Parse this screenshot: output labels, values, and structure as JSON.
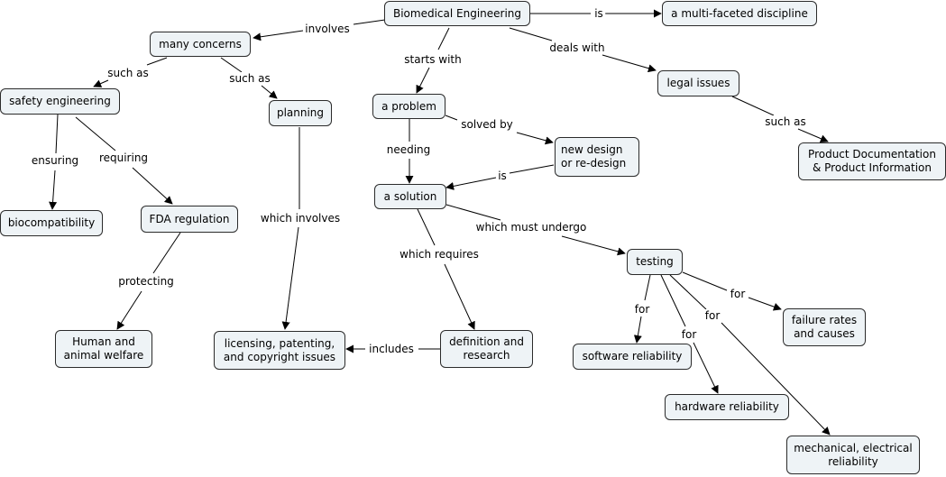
{
  "diagram": {
    "type": "concept-map",
    "colors": {
      "node_fill": "#eef3f6",
      "node_border": "#2b2b2b",
      "line": "#000000",
      "background": "#ffffff"
    },
    "nodes": {
      "biomedical": "Biomedical Engineering",
      "multifaceted": "a multi-faceted discipline",
      "concerns": "many concerns",
      "safety": "safety engineering",
      "planning": "planning",
      "problem": "a problem",
      "legal": "legal issues",
      "design": "new design\nor re-design",
      "proddoc": "Product Documentation\n& Product Information",
      "solution": "a solution",
      "biocompat": "biocompatibility",
      "fda": "FDA regulation",
      "testing": "testing",
      "failure": "failure rates\nand causes",
      "human": "Human and\nanimal welfare",
      "licensing": "licensing, patenting,\nand copyright issues",
      "definition": "definition and\nresearch",
      "software": "software reliability",
      "hardware": "hardware reliability",
      "mechanical": "mechanical, electrical\nreliability"
    },
    "links": {
      "is_multifaceted": "is",
      "involves": "involves",
      "deals_with": "deals with",
      "starts_with": "starts with",
      "such_as_safety": "such as",
      "such_as_planning": "such as",
      "such_as_proddoc": "such as",
      "solved_by": "solved by",
      "needing": "needing",
      "is_solution": "is",
      "ensuring": "ensuring",
      "requiring": "requiring",
      "which_involves": "which involves",
      "which_must_undergo": "which must undergo",
      "which_requires": "which requires",
      "protecting": "protecting",
      "includes": "includes",
      "for_software": "for",
      "for_hardware": "for",
      "for_mechanical": "for",
      "for_failure": "for"
    }
  }
}
